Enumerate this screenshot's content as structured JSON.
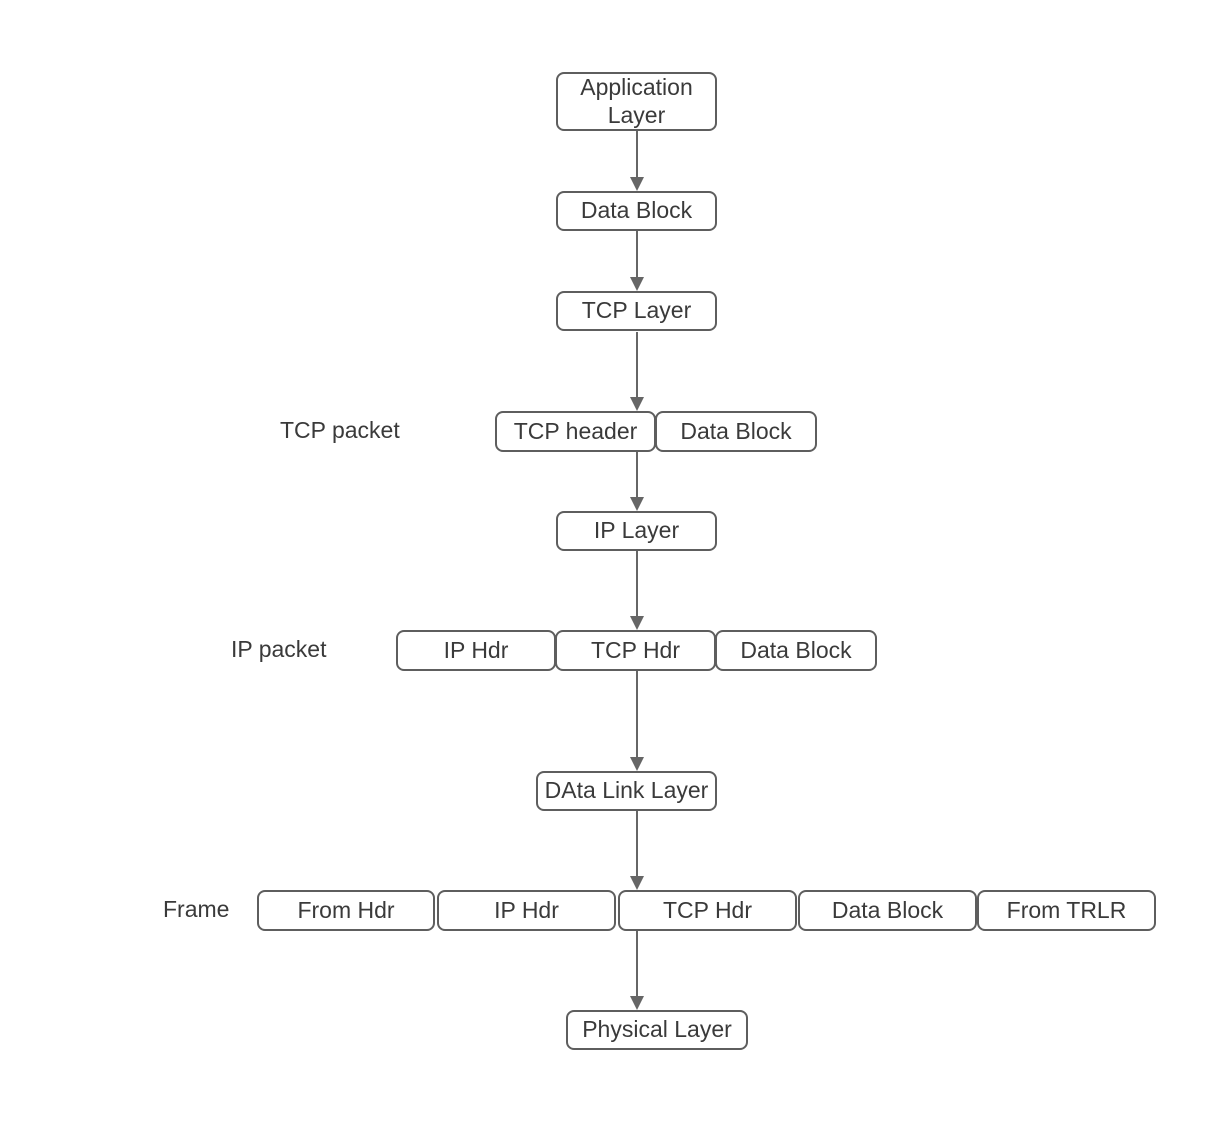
{
  "colors": {
    "background": "#ffffff",
    "border": "#5e5e5e",
    "arrow": "#666666",
    "text": "#3a3a3a"
  },
  "nodes": {
    "application_layer": "Application Layer",
    "data_block_top": "Data Block",
    "tcp_layer": "TCP Layer",
    "tcp_packet_header": "TCP header",
    "tcp_packet_data_block": "Data Block",
    "ip_layer": "IP Layer",
    "ip_packet_ip_hdr": "IP Hdr",
    "ip_packet_tcp_hdr": "TCP Hdr",
    "ip_packet_data_block": "Data Block",
    "data_link_layer": "DAta Link Layer",
    "frame_from_hdr": "From Hdr",
    "frame_ip_hdr": "IP Hdr",
    "frame_tcp_hdr": "TCP Hdr",
    "frame_data_block": "Data Block",
    "frame_from_trlr": "From TRLR",
    "physical_layer": "Physical Layer"
  },
  "row_labels": {
    "tcp_packet": "TCP packet",
    "ip_packet": "IP packet",
    "frame": "Frame"
  }
}
